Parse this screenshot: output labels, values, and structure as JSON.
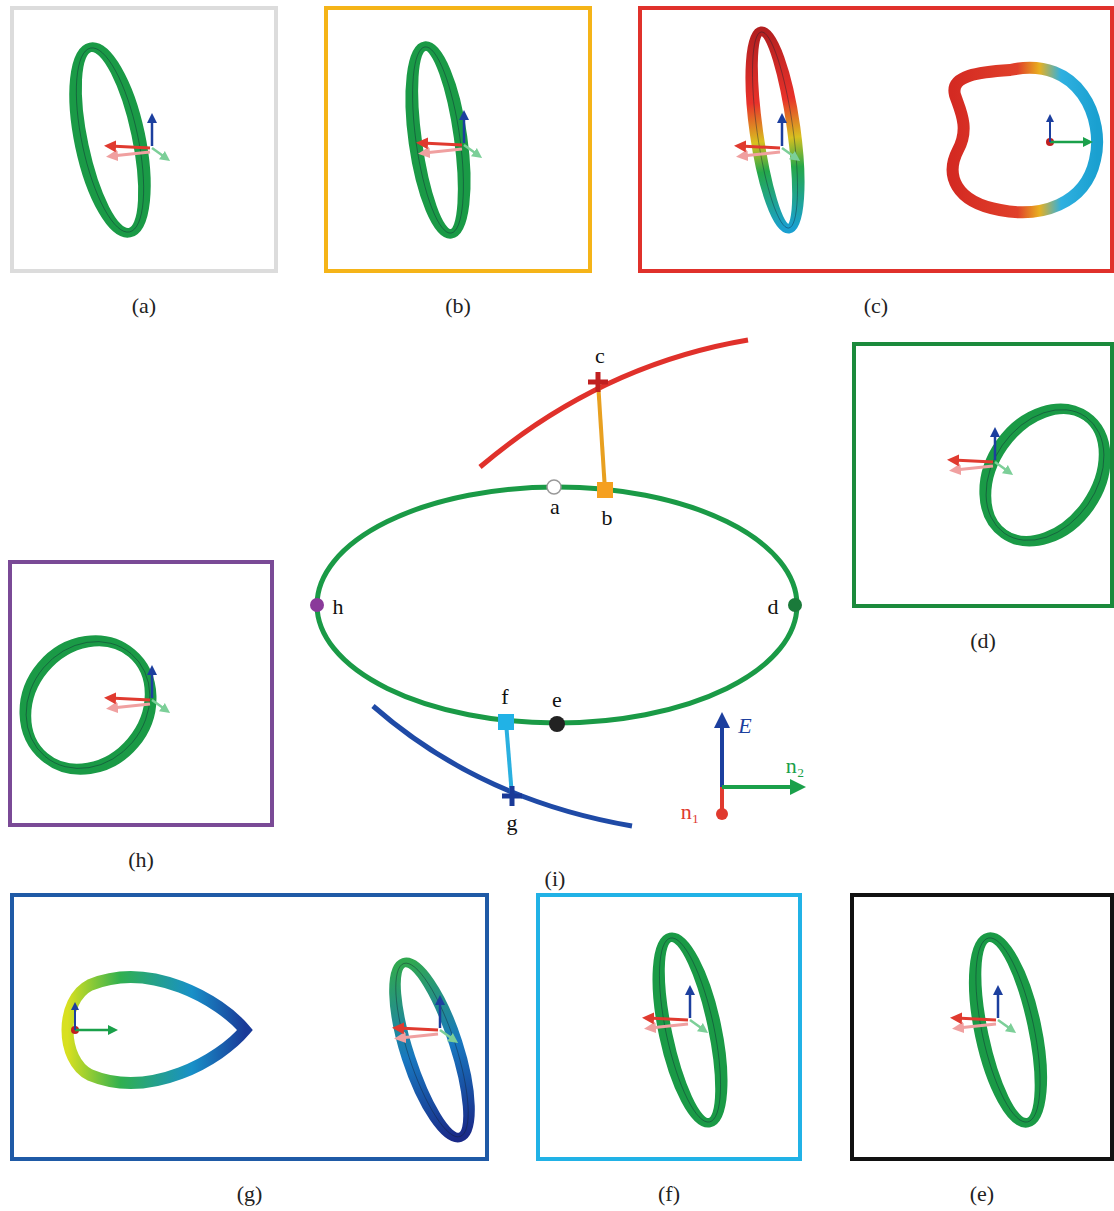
{
  "diagram": {
    "nodes": [
      {
        "text": [
          "(a)"
        ]
      },
      {
        "text": [
          "(b)"
        ]
      },
      {
        "text": [
          "(c)"
        ]
      },
      {
        "text": [
          "(d)"
        ]
      },
      {
        "text": [
          "(h)"
        ]
      },
      {
        "text": [
          "(i)"
        ]
      },
      {
        "text": [
          "(g)"
        ]
      },
      {
        "text": [
          "(f)"
        ]
      },
      {
        "text": [
          "(e)"
        ]
      }
    ],
    "labels": [
      "c",
      "a",
      "b",
      "h",
      "d",
      "f",
      "e",
      "E",
      "n₂",
      "n₁",
      "g"
    ]
  }
}
